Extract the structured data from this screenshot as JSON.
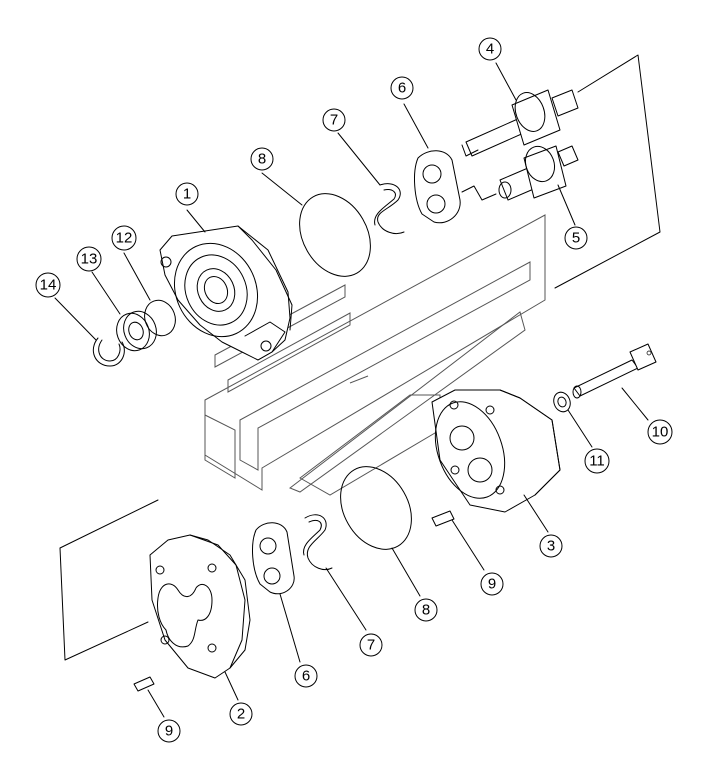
{
  "callouts": [
    {
      "id": "c1",
      "label": "1"
    },
    {
      "id": "c2",
      "label": "2"
    },
    {
      "id": "c3",
      "label": "3"
    },
    {
      "id": "c4",
      "label": "4"
    },
    {
      "id": "c5",
      "label": "5"
    },
    {
      "id": "c6a",
      "label": "6"
    },
    {
      "id": "c6b",
      "label": "6"
    },
    {
      "id": "c7a",
      "label": "7"
    },
    {
      "id": "c7b",
      "label": "7"
    },
    {
      "id": "c8a",
      "label": "8"
    },
    {
      "id": "c8b",
      "label": "8"
    },
    {
      "id": "c9a",
      "label": "9"
    },
    {
      "id": "c9b",
      "label": "9"
    },
    {
      "id": "c10",
      "label": "10"
    },
    {
      "id": "c11",
      "label": "11"
    },
    {
      "id": "c12",
      "label": "12"
    },
    {
      "id": "c13",
      "label": "13"
    },
    {
      "id": "c14",
      "label": "14"
    }
  ]
}
